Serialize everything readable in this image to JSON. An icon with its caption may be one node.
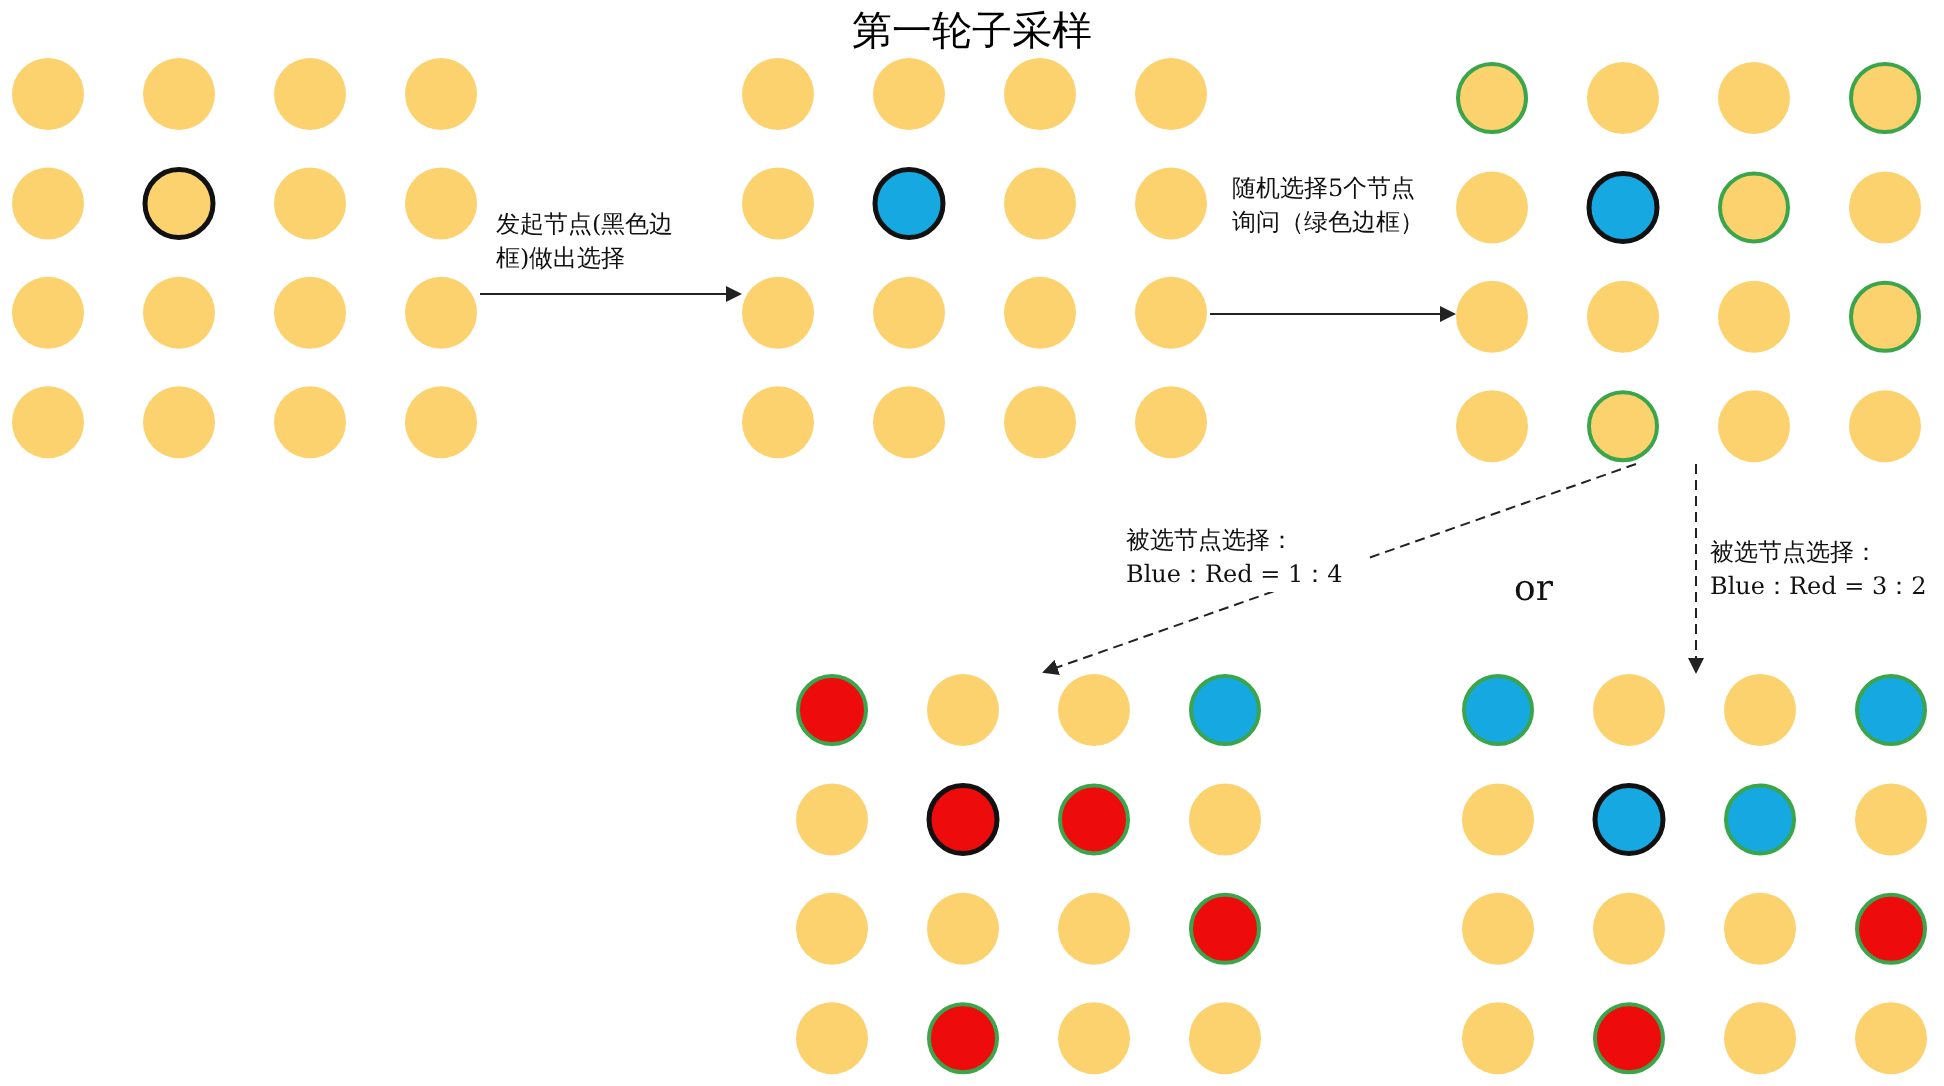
{
  "diagram": {
    "title": "第一轮子采样",
    "nodes": [
      {
        "text": [],
        "shape": "picture"
      },
      {
        "text": [],
        "shape": "picture"
      },
      {
        "text": [],
        "shape": "picture"
      },
      {
        "text": [],
        "shape": "picture"
      },
      {
        "text": [],
        "shape": "picture"
      }
    ],
    "edges": [
      {
        "from": 0,
        "to": 1,
        "arrow": "to",
        "label": "发起节点(黑色边框)做出选择"
      },
      {
        "from": 1,
        "to": 2,
        "arrow": "to",
        "label": "随机选择5个节点询问（绿色边框）"
      },
      {
        "from": 2,
        "to": 3,
        "arrow": "to",
        "style": "dashed",
        "label": "被选节点选择： Blue：Red = 1：4"
      },
      {
        "from": 2,
        "to": 4,
        "arrow": "to",
        "style": "dashed",
        "label": "被选节点选择： Blue：Red = 3：2"
      }
    ],
    "labels": [
      "or"
    ]
  }
}
